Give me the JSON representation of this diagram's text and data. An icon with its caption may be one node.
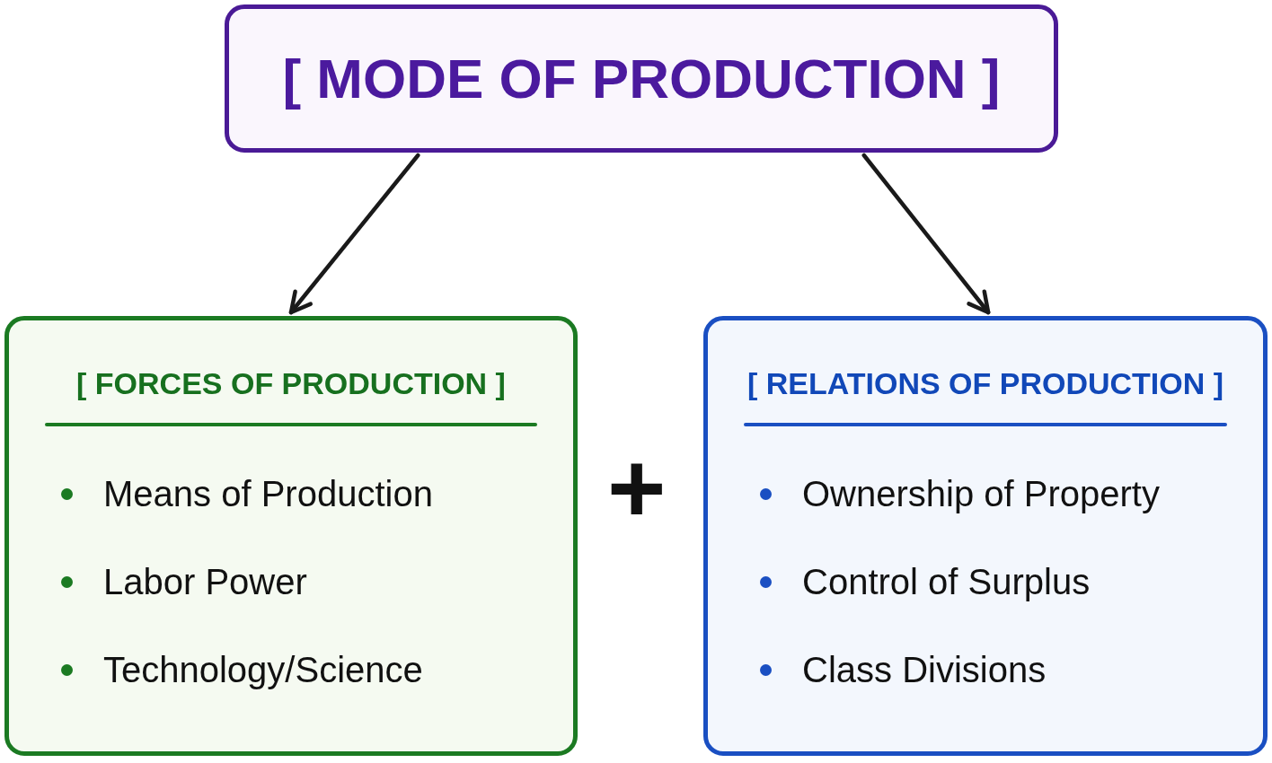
{
  "diagram": {
    "nodes": [
      {
        "text": [
          "[ MODE OF PRODUCTION ]"
        ]
      },
      {
        "text": [
          "[ FORCES OF PRODUCTION ]",
          "Means of Production",
          "Labor Power",
          "Technology/Science"
        ]
      },
      {
        "text": [
          "[ RELATIONS OF PRODUCTION ]",
          "Ownership of Property",
          "Control of Surplus",
          "Class Divisions"
        ]
      }
    ],
    "edges": [
      {
        "from": 0,
        "to": 1,
        "arrow": "to"
      },
      {
        "from": 0,
        "to": 2,
        "arrow": "to"
      }
    ],
    "labels": [
      "+"
    ]
  }
}
